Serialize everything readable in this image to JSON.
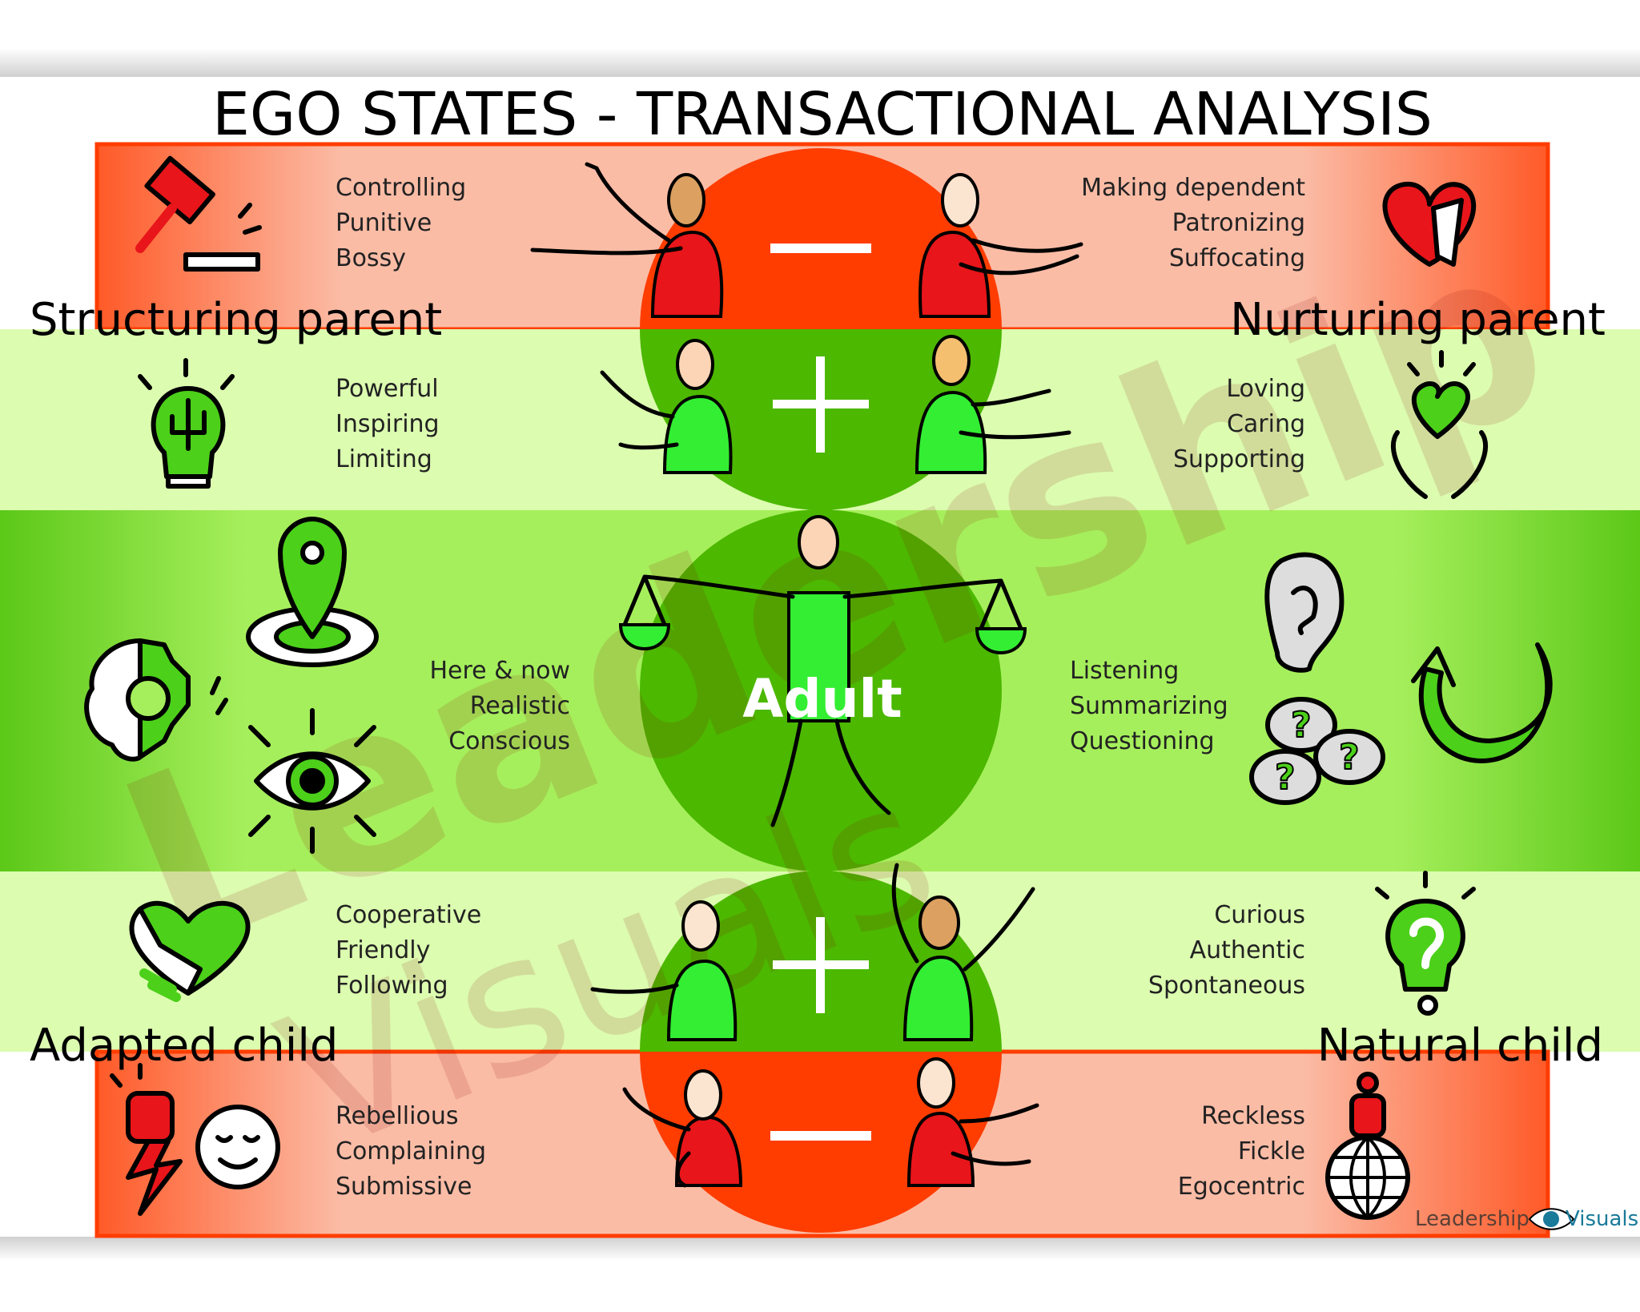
{
  "title": "EGO STATES - TRANSACTIONAL ANALYSIS",
  "colors": {
    "red": "#ff3d00",
    "red_light": "#fbbca6",
    "green_light": "#dcfcb0",
    "green_adult": "#a6ef5c",
    "green_dark": "#4cb800"
  },
  "structuring_parent": {
    "label": "Structuring parent",
    "negative": [
      "Controlling",
      "Punitive",
      "Bossy"
    ],
    "positive": [
      "Powerful",
      "Inspiring",
      "Limiting"
    ]
  },
  "nurturing_parent": {
    "label": "Nurturing parent",
    "negative": [
      "Making dependent",
      "Patronizing",
      "Suffocating"
    ],
    "positive": [
      "Loving",
      "Caring",
      "Supporting"
    ]
  },
  "adult": {
    "label": "Adult",
    "left": [
      "Here & now",
      "Realistic",
      "Conscious"
    ],
    "right": [
      "Listening",
      "Summarizing",
      "Questioning"
    ]
  },
  "adapted_child": {
    "label": "Adapted child",
    "positive": [
      "Cooperative",
      "Friendly",
      "Following"
    ],
    "negative": [
      "Rebellious",
      "Complaining",
      "Submissive"
    ]
  },
  "natural_child": {
    "label": "Natural child",
    "positive": [
      "Curious",
      "Authentic",
      "Spontaneous"
    ],
    "negative": [
      "Reckless",
      "Fickle",
      "Egocentric"
    ]
  },
  "signs": {
    "minus": "—",
    "plus": "+"
  },
  "logo": {
    "part1": "Leadership",
    "part2": "Visuals"
  },
  "watermark": {
    "line1": "Leadership",
    "line2": "Visuals"
  }
}
